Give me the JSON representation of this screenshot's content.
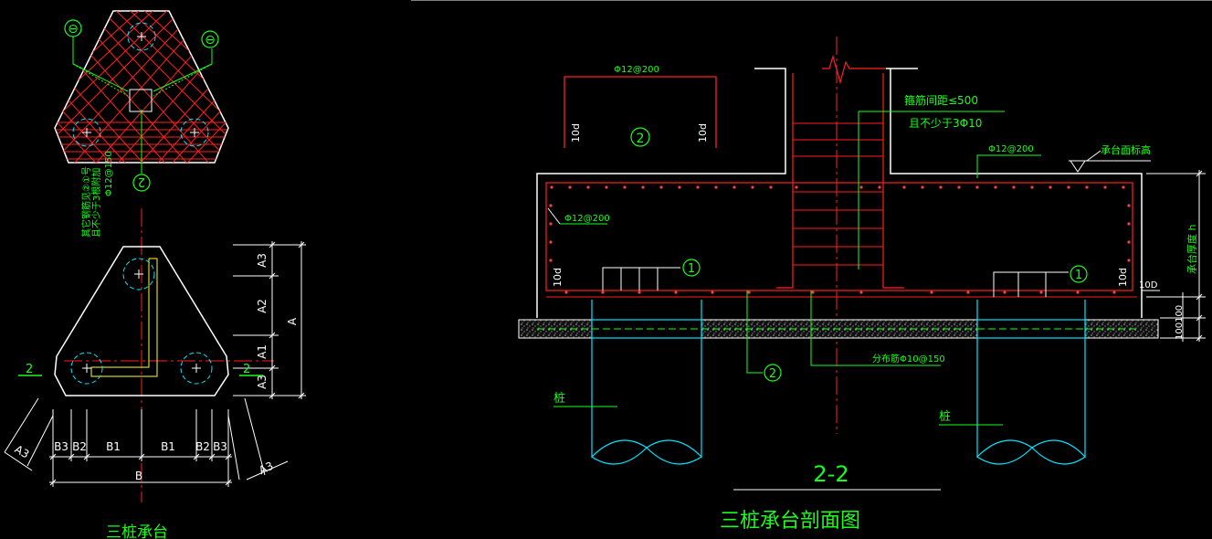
{
  "colors": {
    "background": "#000000",
    "outline": "#ffffff",
    "rebar": "#ff2020",
    "annotation": "#19ff19",
    "pile": "#00e5ff",
    "dimension": "#ffffff",
    "hatch_fill": "#888888",
    "centerline": "#ff2020",
    "yellow_bar": "#ffff33"
  },
  "plan_top": {
    "callout_left": "⊖",
    "callout_right": "⊖",
    "callout_bottom": "2",
    "note_line1": "其它钢筋见②①号",
    "note_line2": "且不少于3根附加",
    "note_line3": "Φ12@150"
  },
  "plan_bottom": {
    "dim_right": [
      "A3",
      "A2",
      "A1",
      "A3"
    ],
    "dim_total_right": "A",
    "section_left": "2",
    "section_right": "2",
    "dim_bottom": [
      "B3",
      "B2",
      "B1",
      "B1",
      "B2",
      "B3"
    ],
    "dim_total_bottom": "B",
    "dim_diag_left": "A3",
    "dim_diag_right": "A3",
    "caption": "三桩承台"
  },
  "detail_bar2": {
    "spec": "Φ12@200",
    "left_hook": "10d",
    "right_hook": "10d",
    "mark": "2"
  },
  "section": {
    "stirrup_note_line1": "箍筋间距≤500",
    "stirrup_note_line2": "且不少于3Φ10",
    "top_bar": "Φ12@200",
    "top_elev_label": "承台面标高",
    "thickness_label": "承台厚度 h",
    "side_bar": "Φ12@200",
    "hook_left": "10d",
    "hook_right": "10d",
    "mark1_left": "1",
    "mark1_right": "1",
    "cover_label": "10D",
    "cushion_dims": "100100",
    "dist_bar": "分布筋Φ10@150",
    "mark2": "2",
    "pile_left": "桩",
    "pile_right": "桩",
    "section_no": "2-2",
    "title": "三桩承台剖面图"
  }
}
